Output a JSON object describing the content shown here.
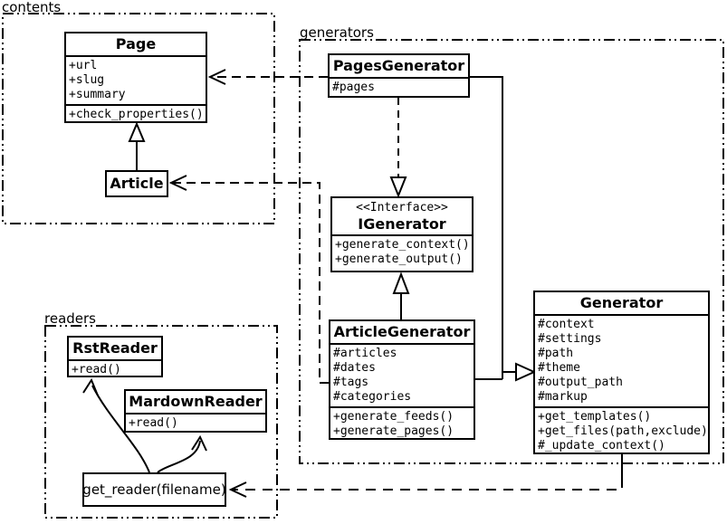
{
  "packages": {
    "contents": {
      "label": "contents"
    },
    "generators": {
      "label": "generators"
    },
    "readers": {
      "label": "readers"
    }
  },
  "classes": {
    "page": {
      "title": "Page",
      "attributes": [
        "+url",
        "+slug",
        "+summary"
      ],
      "methods": [
        "+check_properties()"
      ]
    },
    "article": {
      "title": "Article"
    },
    "pages_generator": {
      "title": "PagesGenerator",
      "attributes": [
        "#pages"
      ]
    },
    "igenerator": {
      "stereotype": "<<Interface>>",
      "title": "IGenerator",
      "methods": [
        "+generate_context()",
        "+generate_output()"
      ]
    },
    "article_generator": {
      "title": "ArticleGenerator",
      "attributes": [
        "#articles",
        "#dates",
        "#tags",
        "#categories"
      ],
      "methods": [
        "+generate_feeds()",
        "+generate_pages()"
      ]
    },
    "generator": {
      "title": "Generator",
      "attributes": [
        "#context",
        "#settings",
        "#path",
        "#theme",
        "#output_path",
        "#markup"
      ],
      "methods": [
        "+get_templates()",
        "+get_files(path,exclude)",
        "#_update_context()"
      ]
    },
    "rst_reader": {
      "title": "RstReader",
      "methods": [
        "+read()"
      ]
    },
    "mardown_reader": {
      "title": "MardownReader",
      "methods": [
        "+read()"
      ]
    }
  },
  "functions": {
    "get_reader": {
      "label": "get_reader(filename)"
    }
  },
  "relationships": [
    {
      "from": "Article",
      "to": "Page",
      "type": "generalization"
    },
    {
      "from": "PagesGenerator",
      "to": "Page",
      "type": "dependency"
    },
    {
      "from": "ArticleGenerator",
      "to": "Article",
      "type": "dependency"
    },
    {
      "from": "PagesGenerator",
      "to": "IGenerator",
      "type": "realization"
    },
    {
      "from": "ArticleGenerator",
      "to": "IGenerator",
      "type": "generalization"
    },
    {
      "from": "PagesGenerator",
      "to": "Generator",
      "type": "generalization"
    },
    {
      "from": "ArticleGenerator",
      "to": "Generator",
      "type": "generalization"
    },
    {
      "from": "Generator",
      "to": "get_reader(filename)",
      "type": "dependency"
    },
    {
      "from": "get_reader(filename)",
      "to": "RstReader",
      "type": "arrow"
    },
    {
      "from": "get_reader(filename)",
      "to": "MardownReader",
      "type": "arrow"
    }
  ],
  "colors": {
    "line": "#000000",
    "background": "#ffffff"
  }
}
